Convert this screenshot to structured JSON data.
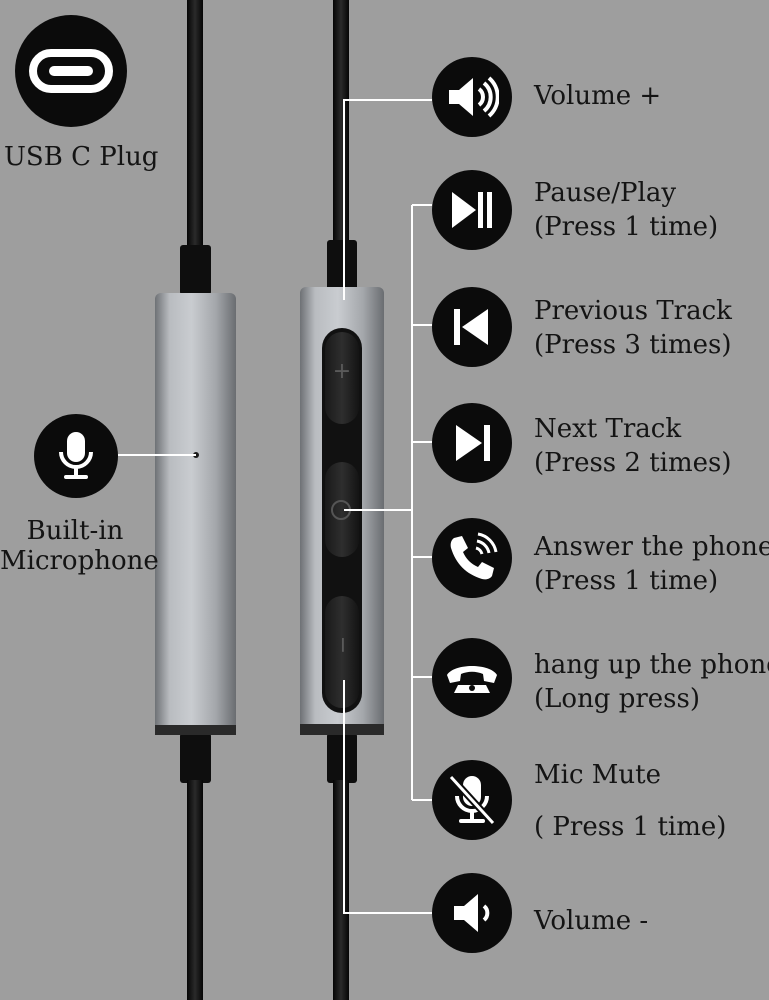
{
  "left": {
    "plug": {
      "icon": "usb-c-icon",
      "label": "USB C Plug"
    },
    "microphone": {
      "icon": "microphone-icon",
      "label_line1": "Built-in",
      "label_line2": "Microphone"
    }
  },
  "features": [
    {
      "icon": "volume-up-icon",
      "line1": "Volume +",
      "line2": ""
    },
    {
      "icon": "play-pause-icon",
      "line1": "Pause/Play",
      "line2": "(Press 1 time)"
    },
    {
      "icon": "previous-track-icon",
      "line1": "Previous Track",
      "line2": "(Press 3 times)"
    },
    {
      "icon": "next-track-icon",
      "line1": "Next Track",
      "line2": "(Press 2 times)"
    },
    {
      "icon": "phone-answer-icon",
      "line1": "Answer the phone",
      "line2": "(Press 1 time)"
    },
    {
      "icon": "hang-up-icon",
      "line1": "hang up the phone",
      "line2": "(Long press)"
    },
    {
      "icon": "mic-mute-icon",
      "line1": "Mic Mute",
      "line2": "( Press 1 time)"
    },
    {
      "icon": "volume-down-icon",
      "line1": "Volume -",
      "line2": ""
    }
  ],
  "remote": {
    "plus_symbol": "+",
    "minus_symbol": "−"
  },
  "colors": {
    "background": "#9e9e9e",
    "icon_bg": "#0b0b0b",
    "cable": "#0d0d0d",
    "housing": "#a7aaad",
    "callout": "#ffffff"
  }
}
